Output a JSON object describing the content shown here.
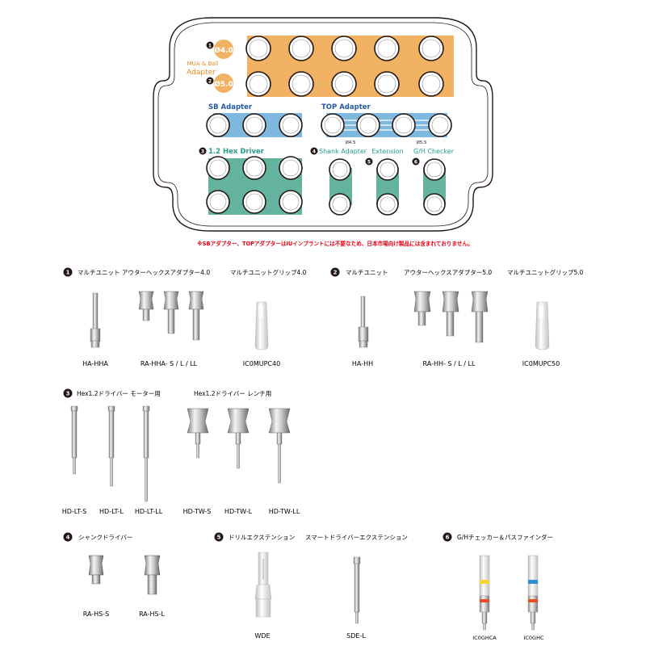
{
  "colors": {
    "orange": "#f2b263",
    "orange_text": "#ee8a1d",
    "blue": "#7fb8de",
    "blue_text": "#2358a6",
    "green": "#63b39e",
    "green_text": "#23a08c",
    "note_red": "#e60012",
    "outline": "#231815",
    "metal_light": "#eeeeee",
    "metal_mid": "#b9b9b9",
    "metal_dark": "#6a6a6a"
  },
  "tray": {
    "badges": {
      "b1": "1",
      "b2": "2",
      "b3": "3",
      "b4": "4",
      "b5": "5",
      "b6": "6"
    },
    "orange_badge_top": "Ø4.0",
    "orange_badge_bottom": "Ø5.0",
    "mua_label_line1": "MUA & Ball",
    "mua_label_line2": "Adapter",
    "sb_label": "SB Adapter",
    "top_label": "TOP Adapter",
    "top_dim_small": "Ø4.5",
    "top_dim_large": "Ø5.5",
    "hex_label": "1.2 Hex Driver",
    "shank_label": "Shank Adapter",
    "extension_label": "Extension",
    "gh_label": "G/H Checker",
    "note": "※SBアダプター、TOPアダプターはIUインプラントには不要なため、日本市場向け製品には含まれておりません。"
  },
  "sections": {
    "s1": {
      "badge": "1",
      "title_a": "マルチユニット アウターヘックスアダプター4.0",
      "title_b": "マルチユニットグリップ4.0",
      "parts": [
        "HA-HHA",
        "RA-HHA- S / L / LL",
        "IC0MUPC40"
      ]
    },
    "s2": {
      "badge": "2",
      "title_a": "マルチユニット",
      "title_b": "アウターヘックスアダプター5.0",
      "title_c": "マルチユニットグリップ5.0",
      "parts": [
        "HA-HH",
        "RA-HH- S / L / LL",
        "IC0MUPC50"
      ]
    },
    "s3": {
      "badge": "3",
      "title_a": "Hex1.2ドライバー モーター用",
      "title_b": "Hex1.2ドライバー レンチ用",
      "parts": [
        "HD-LT-S",
        "HD-LT-L",
        "HD-LT-LL",
        "HD-TW-S",
        "HD-TW-L",
        "HD-TW-LL"
      ]
    },
    "s4": {
      "badge": "4",
      "title": "シャンクドライバー",
      "parts": [
        "RA-HS-S",
        "RA-HS-L"
      ]
    },
    "s5": {
      "badge": "5",
      "title_a": "ドリルエクステンション",
      "title_b": "スマートドライバーエクステンション",
      "parts": [
        "WDE",
        "SDE-L"
      ]
    },
    "s6": {
      "badge": "6",
      "title": "G/Hチェッカー＆パスファインダー",
      "parts": [
        "IC0GHCA",
        "IC0GHC"
      ]
    }
  }
}
